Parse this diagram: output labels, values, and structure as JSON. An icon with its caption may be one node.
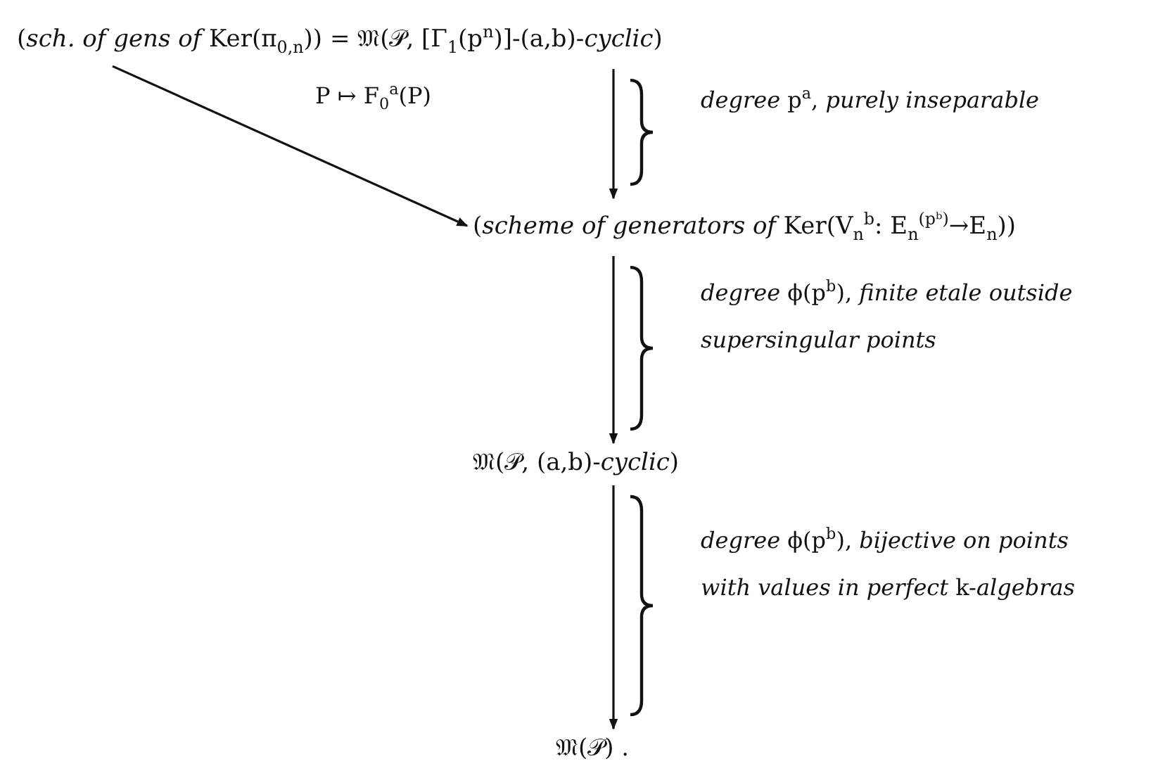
{
  "diagram": {
    "nodes": [
      {
        "text": [
          "(*sch. of gens of* Ker(π$_{0,n}$)) = 𝔐(𝒫, [Γ$_{1}$(p$^{n}$)]-(a,b)-*cyclic*)"
        ]
      },
      {
        "text": [
          "(*scheme of generators of* Ker(V$_{n}$$^{b}$: E$_{n}$$^{(pᵇ)}$→E$_{n}$))"
        ]
      },
      {
        "text": [
          "𝔐(𝒫, (a,b)-*cyclic*)"
        ]
      },
      {
        "text": [
          "𝔐(𝒫) ."
        ]
      }
    ],
    "edges": [
      {
        "from": 0,
        "to": 1,
        "arrow": "to",
        "label": "P ↦ F$_{0}$$^{a}$(P)"
      },
      {
        "from": 0,
        "to": 1,
        "arrow": "to",
        "label": "*degree* p$^{a}$, *purely inseparable*"
      },
      {
        "from": 1,
        "to": 2,
        "arrow": "to",
        "label": "*degree* ϕ(p$^{b}$), *finite etale outside supersingular points*"
      },
      {
        "from": 2,
        "to": 3,
        "arrow": "to",
        "label": "*degree* ϕ(p$^{b}$), *bijective on points with values in perfect* k-*algebras*"
      }
    ]
  }
}
